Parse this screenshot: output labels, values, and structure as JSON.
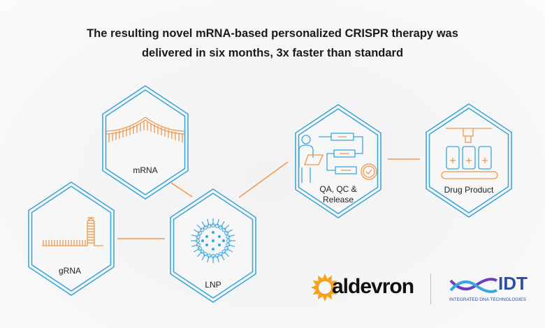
{
  "title": {
    "line1": "The resulting novel mRNA-based personalized CRISPR therapy was",
    "line2": "delivered in six months, 3x faster than standard"
  },
  "nodes": {
    "mrna": "mRNA",
    "grna": "gRNA",
    "lnp": "LNP",
    "qa_line1": "QA, QC &",
    "qa_line2": "Release",
    "drug": "Drug Product"
  },
  "logos": {
    "aldevron": "aldevron",
    "idt": "IDT",
    "idt_sub": "INTEGRATED DNA TECHNOLOGIES"
  },
  "colors": {
    "hex": "#3aa7dc",
    "accent": "#f0964a"
  }
}
